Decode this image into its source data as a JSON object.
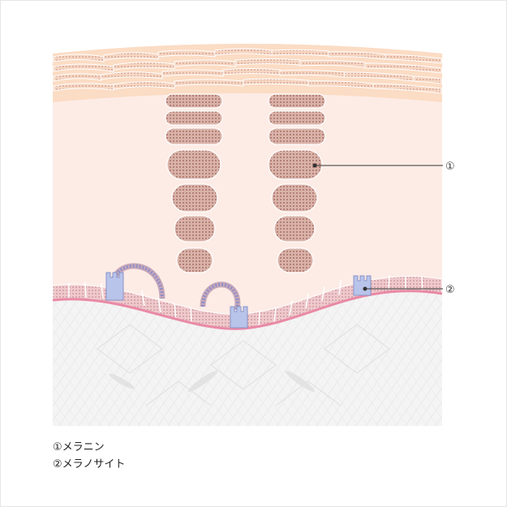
{
  "callouts": [
    {
      "marker": "①",
      "target": "melanin"
    },
    {
      "marker": "②",
      "target": "melanocyte"
    }
  ],
  "legend": [
    {
      "marker": "①",
      "label": "メラニン"
    },
    {
      "marker": "②",
      "label": "メラノサイト"
    }
  ],
  "colors": {
    "background": "#ffffff",
    "epidermis": "#fdece6",
    "stratum_corneum": "#fbdcc4",
    "melanin": "#c49486",
    "basal_cells": "#e7bcc0",
    "basement_membrane": "#e98aa6",
    "melanocyte": "#b8c4ea",
    "dermis": "#eeeeee"
  },
  "icons": [
    "melanin-granule",
    "melanocyte-cell",
    "keratinocyte-cell",
    "collagen-fiber"
  ]
}
